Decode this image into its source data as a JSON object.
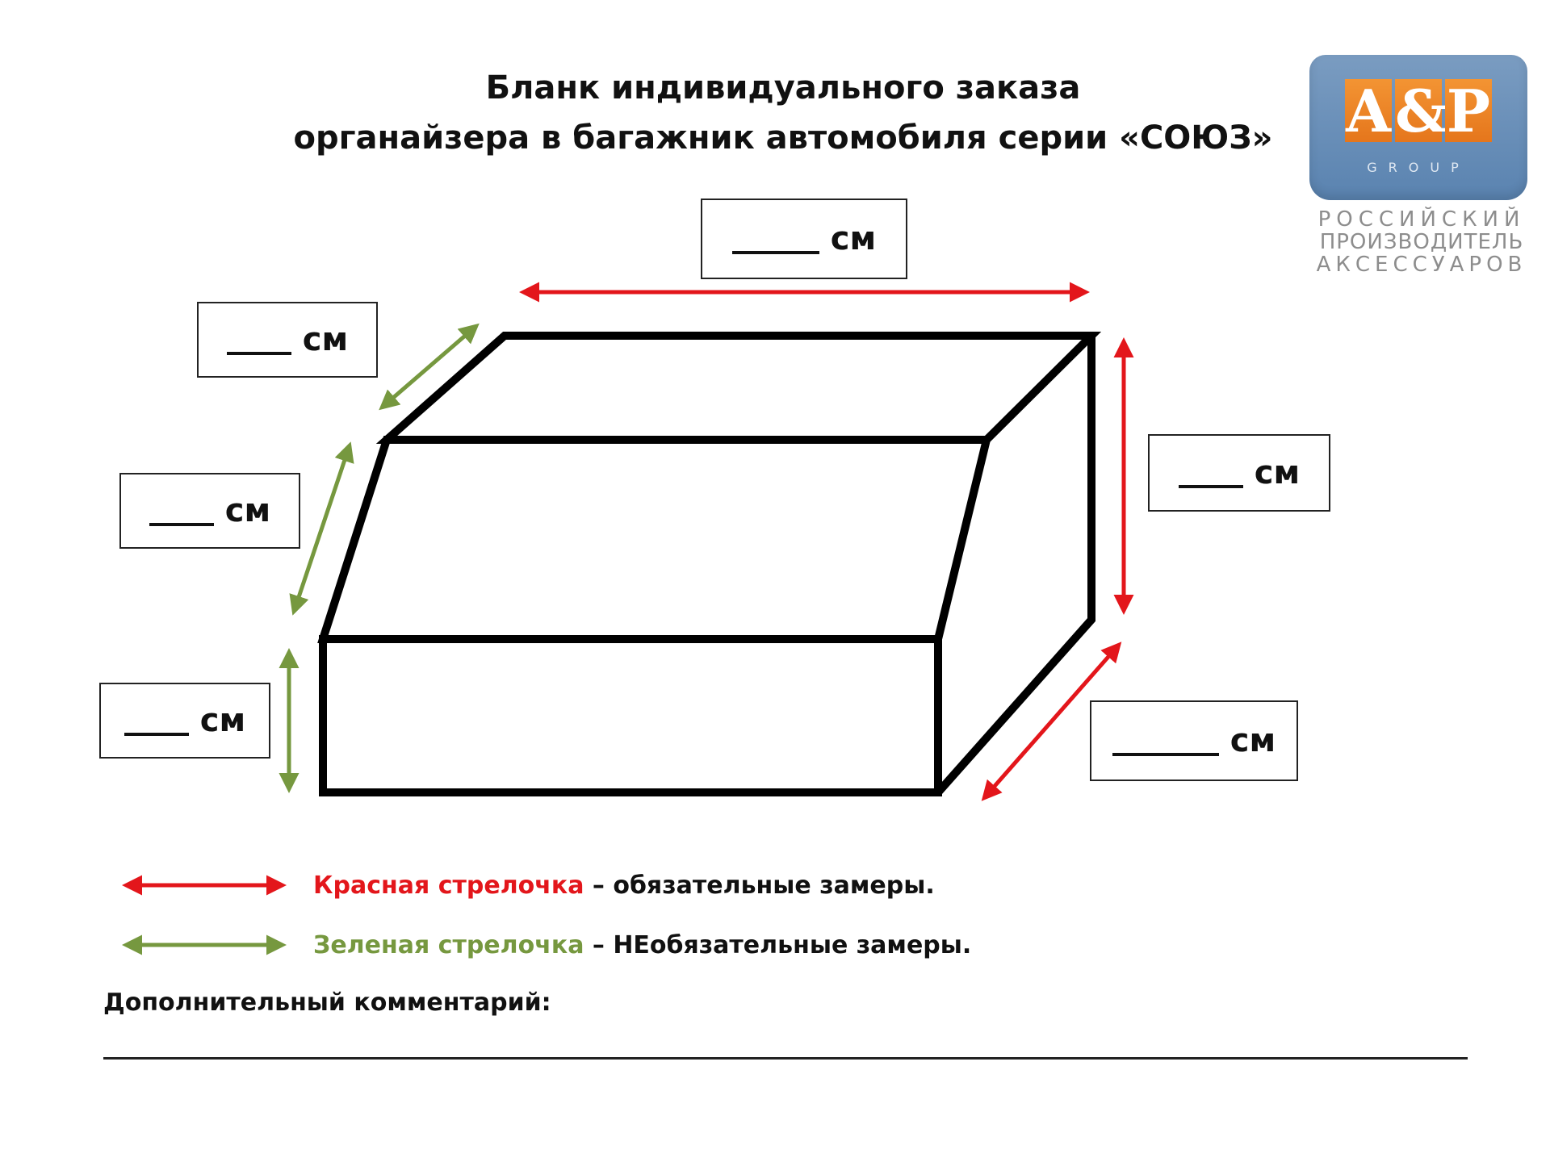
{
  "header": {
    "title_line1": "Бланк индивидуального заказа",
    "title_line2": "органайзера в багажник автомобиля серии «СОЮЗ»"
  },
  "logo": {
    "letters": [
      "A",
      "&",
      "P"
    ],
    "group": "GROUP",
    "tagline": [
      "РОССИЙСКИЙ",
      "ПРОИЗВОДИТЕЛЬ",
      "АКСЕССУАРОВ"
    ],
    "colors": {
      "badge": "#6a8fba",
      "tile": "#ec8426"
    }
  },
  "measurements": {
    "unit": "см",
    "boxes": [
      {
        "id": "top-length"
      },
      {
        "id": "top-depth"
      },
      {
        "id": "slope-length"
      },
      {
        "id": "front-height"
      },
      {
        "id": "back-height"
      },
      {
        "id": "bottom-depth"
      }
    ]
  },
  "legend": {
    "red_label": "Красная стрелочка",
    "red_desc": " – обязательные замеры.",
    "green_label": "Зеленая стрелочка",
    "green_desc": " – НЕобязательные замеры.",
    "colors": {
      "red": "#e3161b",
      "green": "#76983f"
    }
  },
  "comment": {
    "label": "Дополнительный комментарий:"
  }
}
